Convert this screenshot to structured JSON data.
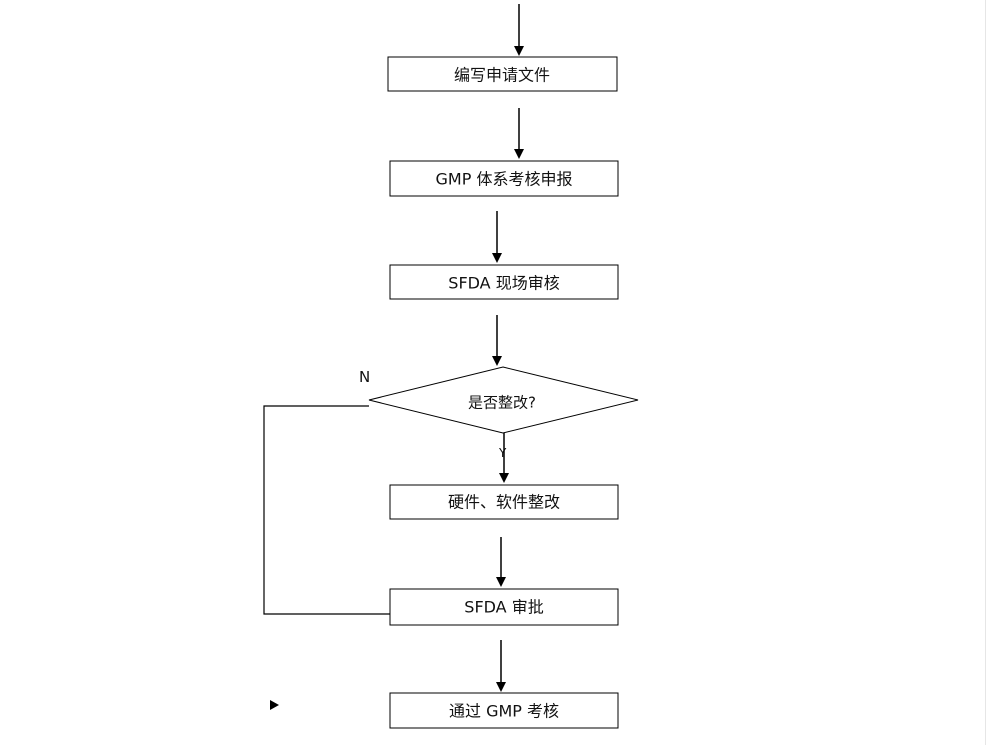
{
  "flowchart": {
    "steps": [
      "编写申请文件",
      "GMP 体系考核申报",
      "SFDA 现场审核",
      "硬件、软件整改",
      "SFDA 审批",
      "通过 GMP 考核"
    ],
    "decision": "是否整改?",
    "no_label": "N",
    "yes_label": "Y"
  }
}
